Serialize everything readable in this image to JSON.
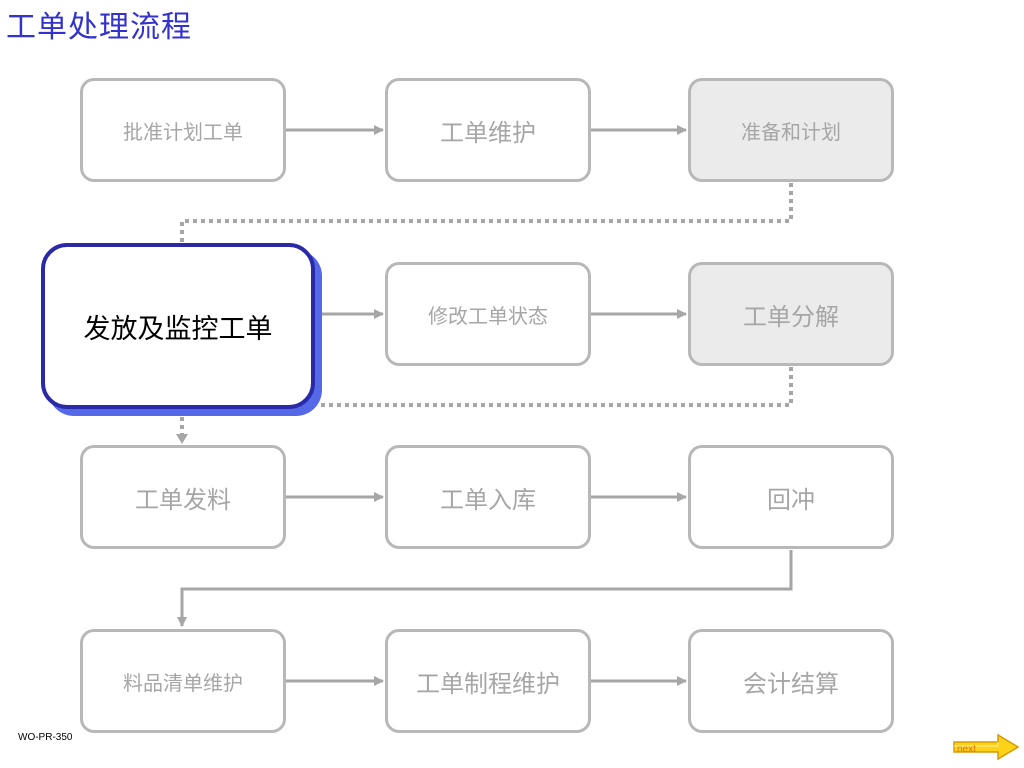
{
  "title": "工单处理流程",
  "code": "WO-PR-350",
  "next_label": "next",
  "nodes": {
    "approve_plan": "批准计划工单",
    "maintain": "工单维护",
    "prepare_plan": "准备和计划",
    "release_monitor": "发放及监控工单",
    "modify_status": "修改工单状态",
    "decompose": "工单分解",
    "issue_material": "工单发料",
    "receive": "工单入库",
    "backflush": "回冲",
    "bom_maintain": "料品清单维护",
    "routing_maintain": "工单制程维护",
    "accounting": "会计结算"
  },
  "colors": {
    "title": "#3333cc",
    "active_border": "#2a2aa8",
    "active_shadow": "#5569e8",
    "inactive_text": "#a6a6a6",
    "box_border": "#b8b8b8",
    "shaded_fill": "#ebebeb"
  },
  "active_node": "release_monitor"
}
